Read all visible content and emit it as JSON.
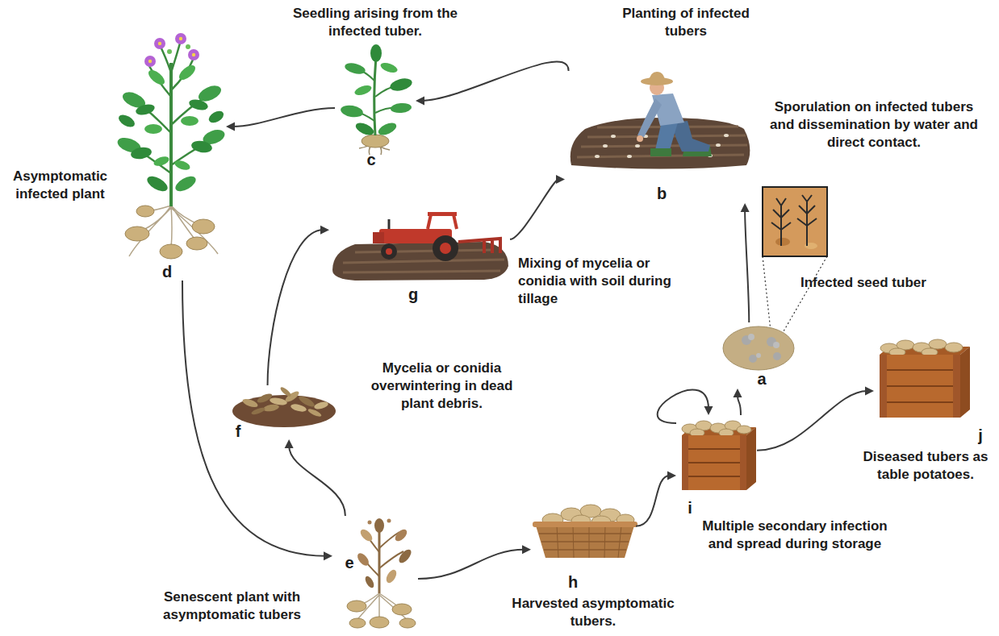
{
  "diagram": {
    "nodes": [
      {
        "text": [
          "Seedling arising from the infected tuber.",
          "c"
        ]
      },
      {
        "text": [
          "Planting of infected tubers",
          "b"
        ]
      },
      {
        "text": [
          "Asymptomatic infected plant",
          "d"
        ]
      },
      {
        "text": [
          "Mixing of mycelia or conidia with soil during tillage",
          "g"
        ]
      },
      {
        "text": [
          "Mycelia or conidia overwintering in dead plant debris.",
          "f"
        ]
      },
      {
        "text": [
          "Infected seed tuber",
          "a"
        ]
      },
      {
        "text": [
          "Diseased tubers as table potatoes.",
          "j"
        ]
      },
      {
        "text": [
          "Multiple secondary infection and spread during storage",
          "i"
        ]
      },
      {
        "text": [
          "Senescent plant with asymptomatic tubers",
          "e"
        ]
      },
      {
        "text": [
          "Harvested asymptomatic tubers.",
          "h"
        ]
      }
    ],
    "edges": [
      {
        "from": 1,
        "to": 0,
        "arrow": "to"
      },
      {
        "from": 0,
        "to": 2,
        "arrow": "to"
      },
      {
        "from": 2,
        "to": 8,
        "arrow": "to"
      },
      {
        "from": 8,
        "to": 4,
        "arrow": "to"
      },
      {
        "from": 4,
        "to": 3,
        "arrow": "to"
      },
      {
        "from": 3,
        "to": 1,
        "arrow": "to"
      },
      {
        "from": 8,
        "to": 9,
        "arrow": "to"
      },
      {
        "from": 9,
        "to": 7,
        "arrow": "to"
      },
      {
        "from": 7,
        "to": 7,
        "arrow": "to"
      },
      {
        "from": 7,
        "to": 5,
        "arrow": "to"
      },
      {
        "from": 5,
        "to": 1,
        "arrow": "to"
      },
      {
        "from": 7,
        "to": 6,
        "arrow": "to"
      }
    ],
    "labels": [
      "Sporulation on infected tubers and dissemination by water and direct contact."
    ]
  }
}
